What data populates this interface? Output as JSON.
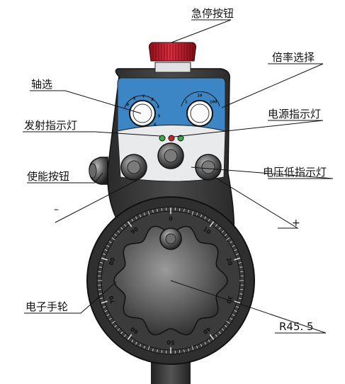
{
  "labels": {
    "estop": "急停按钮",
    "rate_select": "倍率选择",
    "axis_select": "轴选",
    "fire_indicator": "发射指示灯",
    "power_indicator": "电源指示灯",
    "enable_button": "使能按钮",
    "low_voltage_indicator": "电压低指示灯",
    "minus": "–",
    "plus": "+",
    "handwheel": "电子手轮",
    "radius": "R45. 5"
  },
  "dial_numbers": [
    "0",
    "10",
    "20",
    "30",
    "40",
    "50",
    "60",
    "70",
    "80",
    "90"
  ],
  "axis_knob_marks": [
    "0",
    "X",
    "Y",
    "Z",
    "4",
    "5",
    "6"
  ],
  "rate_knob_marks": [
    "1",
    "10",
    "100"
  ],
  "colors": {
    "panel_blue": "#3d86c6",
    "body_dark": "#3a3a3a",
    "estop_red": "#cc1b2b",
    "led_green": "#3daa4a",
    "led_red": "#c22a2a"
  }
}
